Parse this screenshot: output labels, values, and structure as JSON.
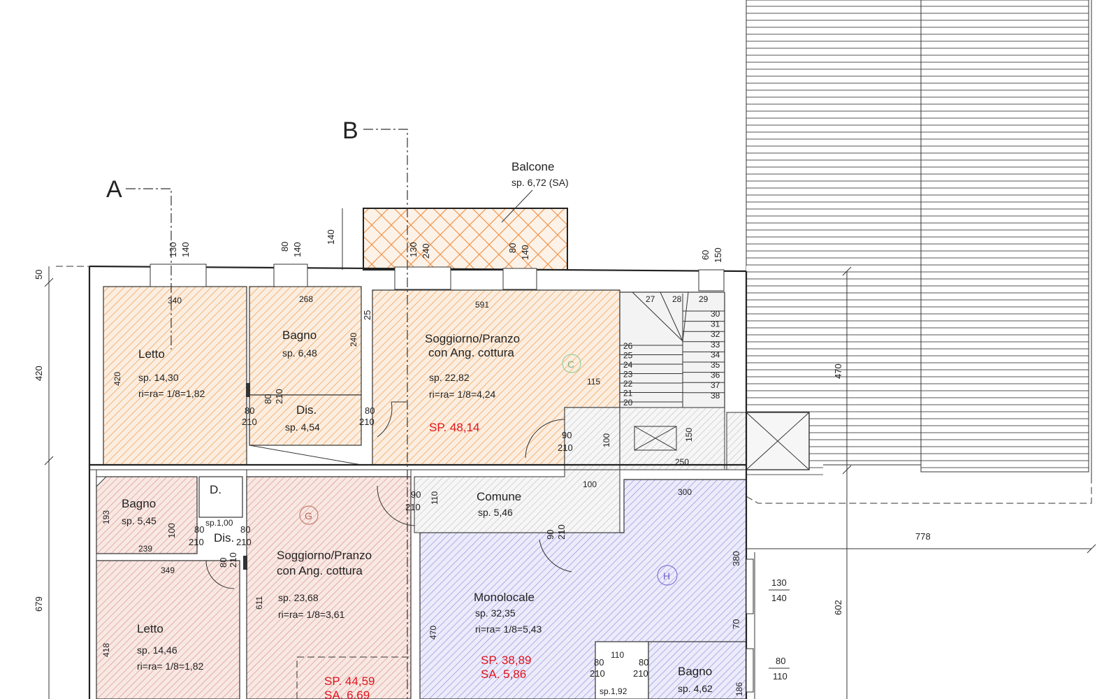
{
  "section_marks": {
    "a": "A",
    "b": "B"
  },
  "balcony": {
    "name": "Balcone",
    "area": "sp. 6,72 (SA)",
    "depth": "140"
  },
  "apt_c": {
    "letter": "C",
    "bed": {
      "name": "Letto",
      "area": "sp. 14,30",
      "ratio": "ri=ra= 1/8=1,82",
      "width": "340",
      "height": "420"
    },
    "bath": {
      "name": "Bagno",
      "area": "sp. 6,48",
      "width": "268",
      "height": "240"
    },
    "hall": {
      "name": "Dis.",
      "area": "sp. 4,54"
    },
    "living": {
      "name1": "Soggiorno/Pranzo",
      "name2": "con Ang. cottura",
      "area": "sp. 22,82",
      "ratio": "ri=ra= 1/8=4,24",
      "width": "591",
      "total": "SP. 48,14"
    }
  },
  "apt_g": {
    "letter": "G",
    "bath": {
      "name": "Bagno",
      "area": "sp. 5,45",
      "h": "193",
      "w": "239"
    },
    "closet": "D.",
    "hall": {
      "name": "Dis.",
      "area": "sp.1,00"
    },
    "living": {
      "name1": "Soggiorno/Pranzo",
      "name2": "con Ang. cottura",
      "area": "sp. 23,68",
      "ratio": "ri=ra= 1/8=3,61",
      "h": "611"
    },
    "bed": {
      "name": "Letto",
      "area": "sp. 14,46",
      "ratio": "ri=ra= 1/8=1,82",
      "w": "349",
      "h": "418"
    },
    "total1": "SP. 44,59",
    "total2": "SA. 6,69"
  },
  "apt_h": {
    "letter": "H",
    "room": {
      "name": "Monolocale",
      "area": "sp. 32,35",
      "ratio": "ri=ra= 1/8=5,43",
      "w": "300",
      "h": "470"
    },
    "bath": {
      "name": "Bagno",
      "area": "sp. 4,62",
      "h": "186"
    },
    "closet": {
      "area": "sp.1,92",
      "w": "110"
    },
    "total1": "SP. 38,89",
    "total2": "SA. 5,86"
  },
  "common": {
    "name": "Comune",
    "area": "sp. 5,46",
    "w": "100",
    "h": "110"
  },
  "stair": {
    "left": [
      "20",
      "21",
      "22",
      "23",
      "24",
      "25",
      "26"
    ],
    "top": [
      "27",
      "28",
      "29"
    ],
    "right": [
      "30",
      "31",
      "32",
      "33",
      "34",
      "35",
      "36",
      "37",
      "38"
    ],
    "landing_w": "250",
    "landing_h": "150",
    "gap": "100"
  },
  "windows": {
    "w1_a": "130",
    "w1_b": "140",
    "w2_a": "80",
    "w2_b": "140",
    "w3_a": "130",
    "w3_b": "240",
    "w4_a": "80",
    "w4_b": "140",
    "w5_a": "60",
    "w5_b": "150",
    "w6_a": "130",
    "w6_b": "140",
    "w7_a": "80",
    "w7_b": "110"
  },
  "doors": {
    "d_w": "80",
    "d_h": "210",
    "d90": "90",
    "d210": "210",
    "d100": "100",
    "d115": "115",
    "d25": "25",
    "d380": "380",
    "d70": "70"
  },
  "dims": {
    "left_50": "50",
    "left_420": "420",
    "left_679": "679",
    "right_470": "470",
    "right_602": "602",
    "right_778": "778"
  }
}
